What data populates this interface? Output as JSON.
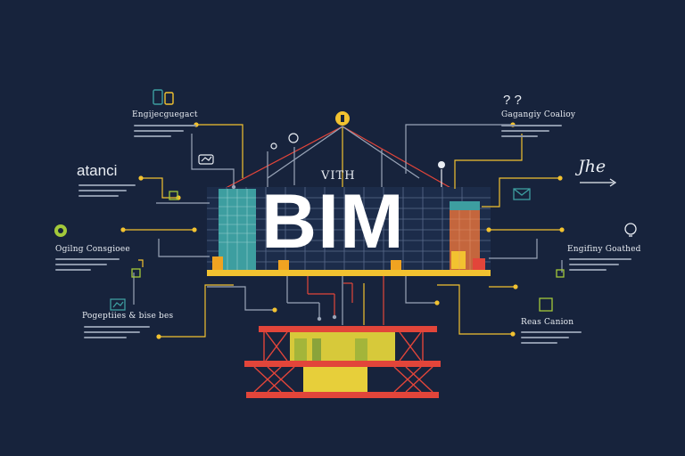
{
  "diagram": {
    "main_title": "BIM",
    "subtitle": "VITH",
    "labels": {
      "top_left": "Engijecguegact",
      "left_large": "atanci",
      "mid_left": "Ogilng Consgioee",
      "bottom_left": "Pogeptiies & bise bes",
      "top_right_mark": "? ?",
      "top_right": "Gagangiy Coalioy",
      "right_mark": "Jhe",
      "mid_right": "Engifiny Goathed",
      "bottom_right": "Reas Canion"
    },
    "icons": [
      "tablet-icon",
      "lightbulb-icon",
      "leaf-icon",
      "pin-icon",
      "chart-icon",
      "mail-icon",
      "bulb-outline-icon",
      "doc-icon",
      "square-node-icon",
      "sync-icon"
    ],
    "colors": {
      "background": "#17233c",
      "accent_yellow": "#f2c230",
      "accent_red": "#e2453a",
      "accent_orange": "#f0a321",
      "teal": "#3d9ea0",
      "wire_gray": "#9aa5b8"
    }
  }
}
